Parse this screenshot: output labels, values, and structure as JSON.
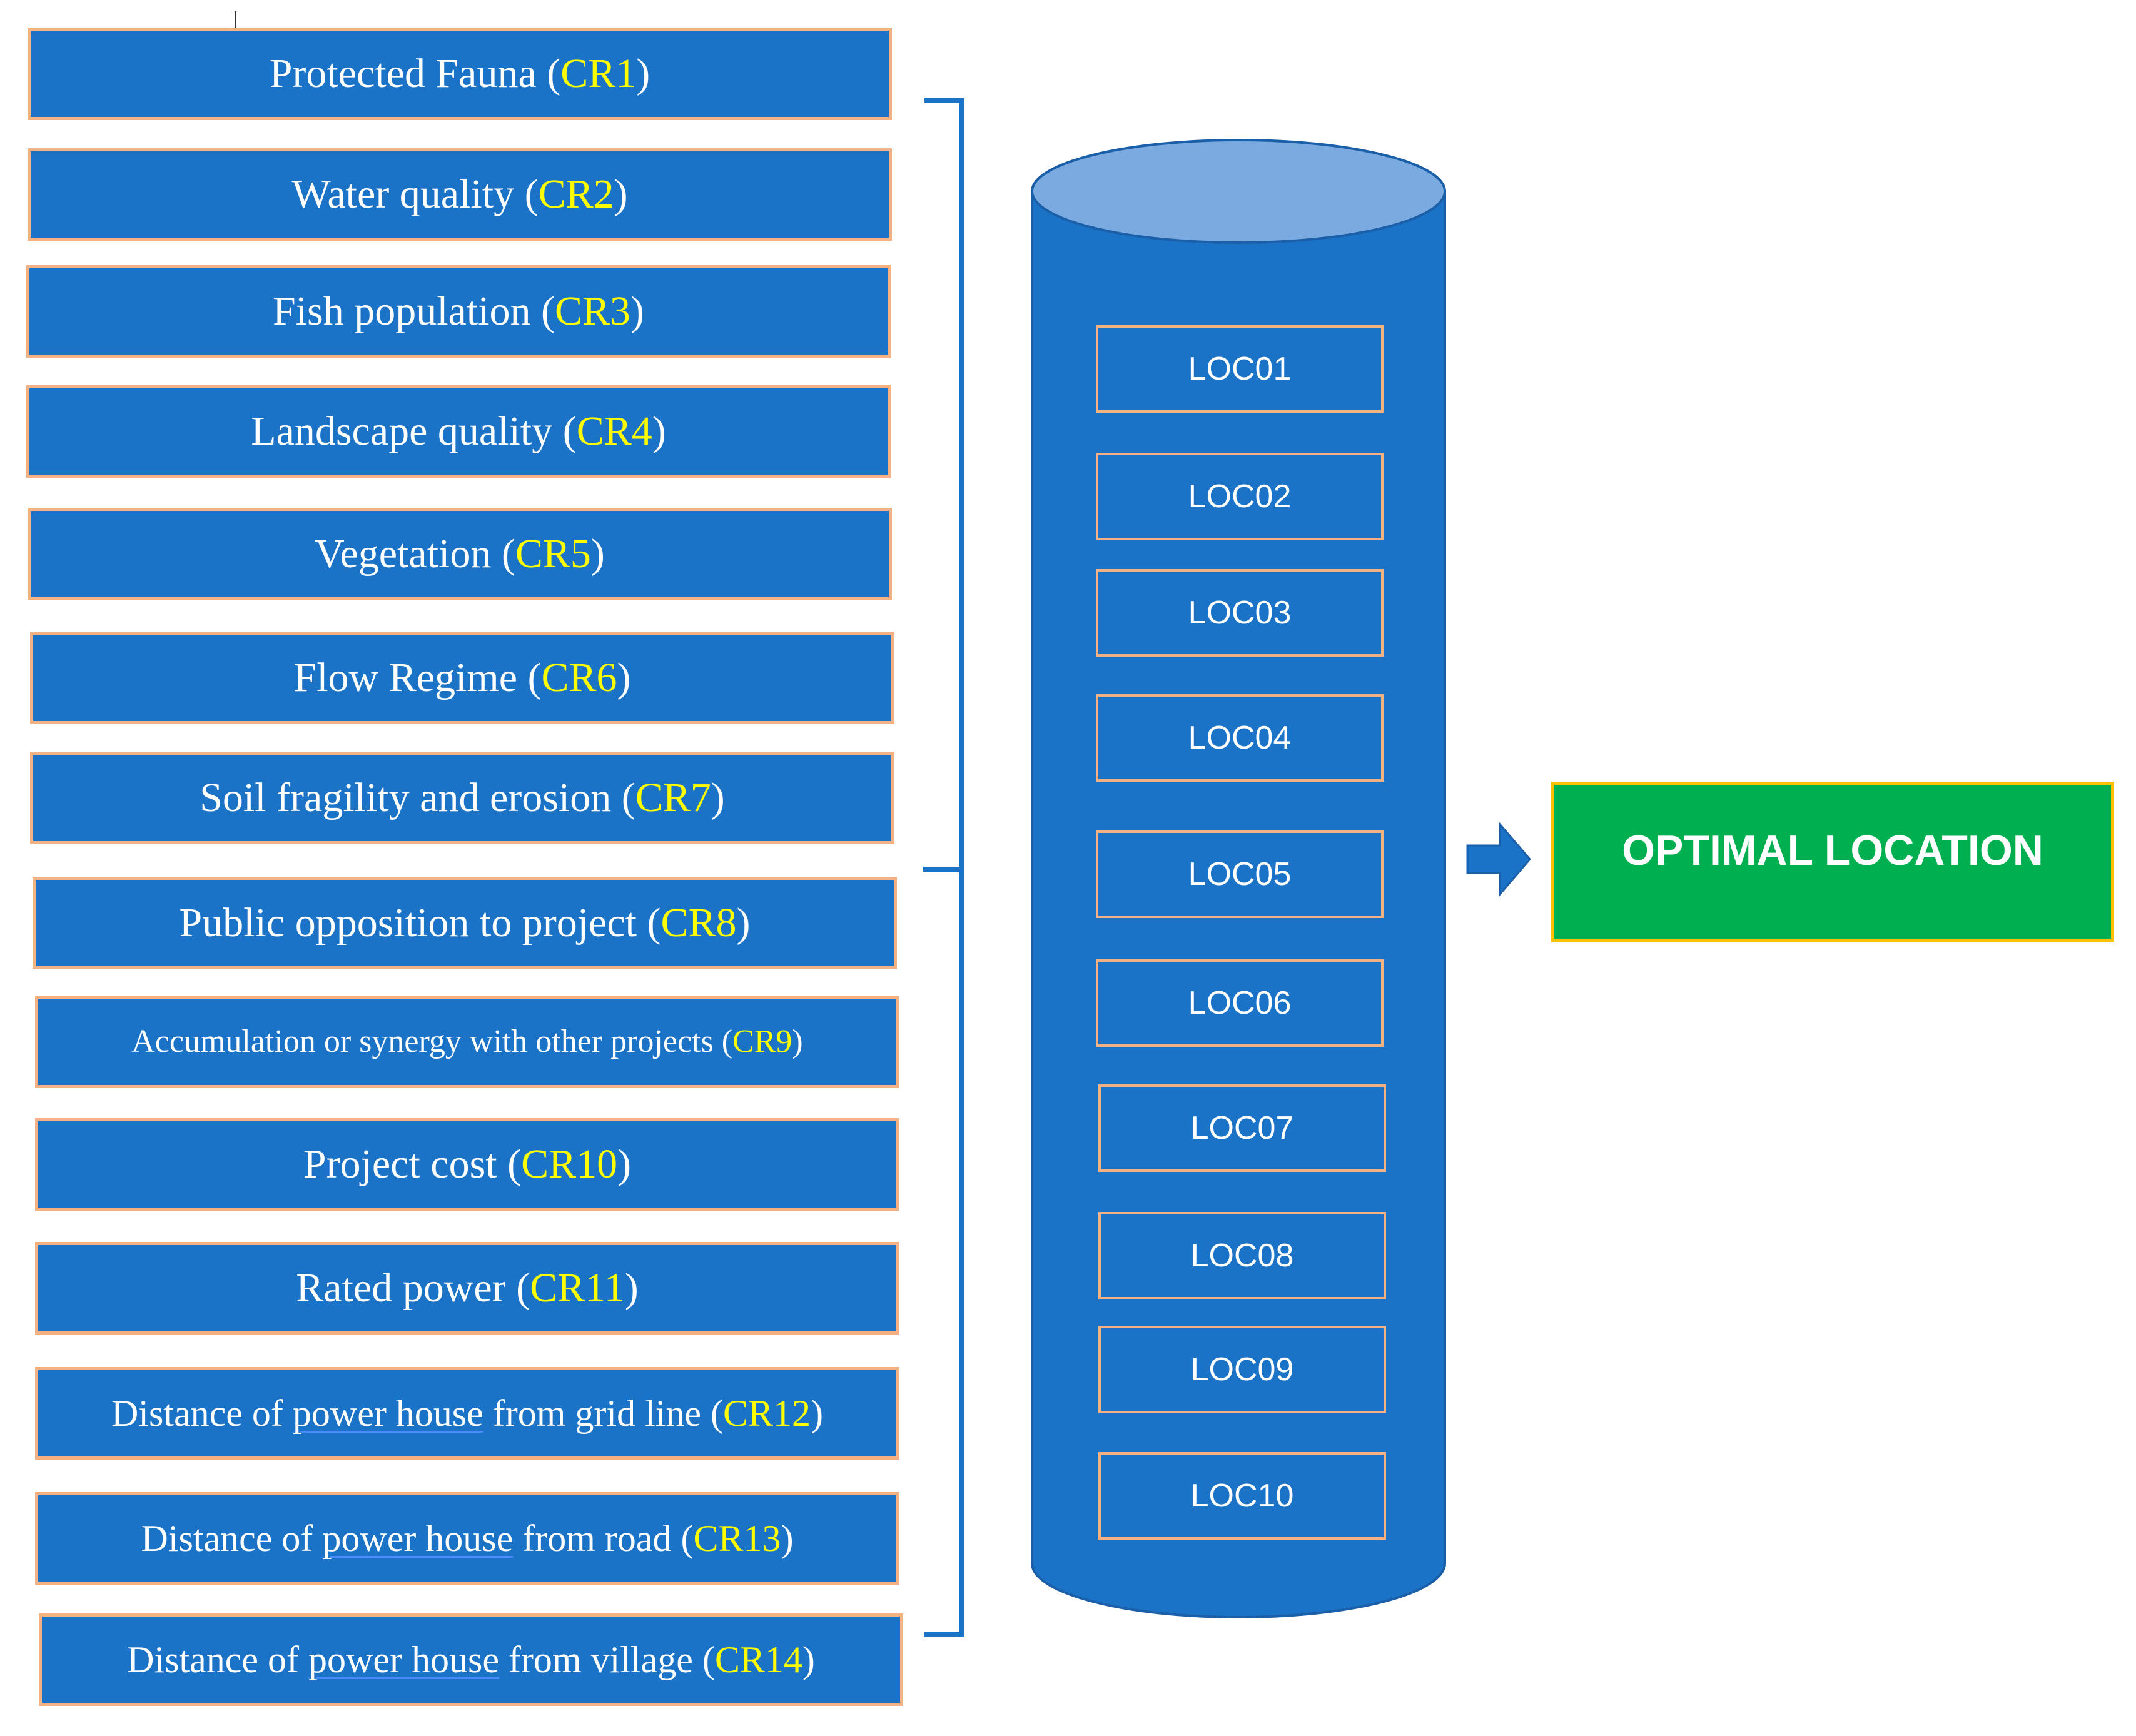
{
  "criteria": [
    {
      "label": "Protected Fauna (",
      "code": "CR1",
      "close": ")"
    },
    {
      "label": "Water quality (",
      "code": "CR2",
      "close": ")"
    },
    {
      "label": "Fish population (",
      "code": "CR3",
      "close": ")"
    },
    {
      "label": "Landscape quality (",
      "code": "CR4",
      "close": ")"
    },
    {
      "label": "Vegetation (",
      "code": "CR5",
      "close": ")"
    },
    {
      "label": "Flow Regime (",
      "code": "CR6",
      "close": ")"
    },
    {
      "label": "Soil fragility and erosion (",
      "code": "CR7",
      "close": ")"
    },
    {
      "label": "Public opposition to project (",
      "code": "CR8",
      "close": ")"
    },
    {
      "label": "Accumulation or synergy with other projects (",
      "code": "CR9",
      "close": ")"
    },
    {
      "label": "Project cost (",
      "code": "CR10",
      "close": ")"
    },
    {
      "label": "Rated power (",
      "code": "CR11",
      "close": ")"
    },
    {
      "pre": "Distance of ",
      "ul": "power house",
      "post": " from grid line (",
      "code": "CR12",
      "close": ")"
    },
    {
      "pre": "Distance of ",
      "ul": "power house",
      "post": " from road (",
      "code": "CR13",
      "close": ")"
    },
    {
      "pre": "Distance of ",
      "ul": "power house",
      "post": " from village (",
      "code": "CR14",
      "close": ")"
    }
  ],
  "locations": [
    "LOC01",
    "LOC02",
    "LOC03",
    "LOC04",
    "LOC05",
    "LOC06",
    "LOC07",
    "LOC08",
    "LOC09",
    "LOC10"
  ],
  "result": {
    "label": "OPTIMAL LOCATION"
  },
  "colors": {
    "box_fill": "#1b73c8",
    "box_border": "#f4b183",
    "code_text": "#ffff00",
    "cylinder_top": "#7aaadf",
    "result_fill": "#00b050",
    "result_border": "#ffc000"
  }
}
